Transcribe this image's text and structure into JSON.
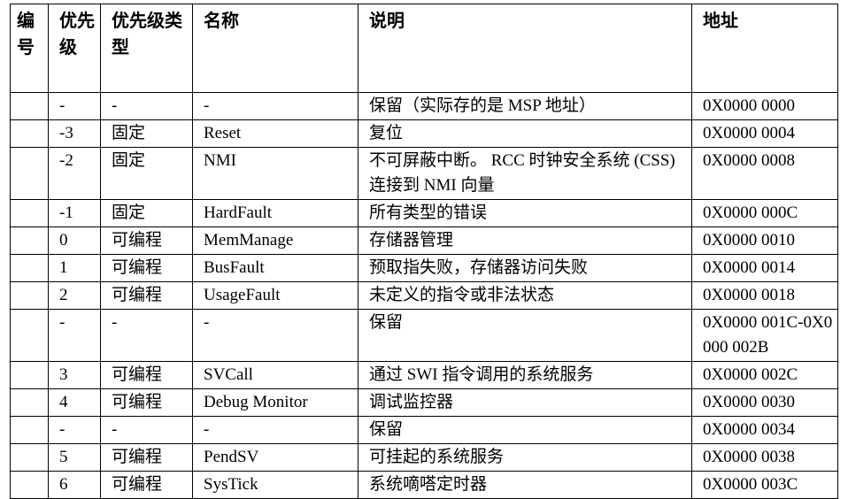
{
  "table": {
    "headers": {
      "id": "编号",
      "priority": "优先级",
      "priority_type": "优先级类型",
      "name": "名称",
      "description": "说明",
      "address": "地址"
    },
    "rows": [
      {
        "id": "",
        "priority": "-",
        "priority_type": "-",
        "name": "-",
        "description": "保留（实际存的是 MSP 地址）",
        "address": "0X0000 0000"
      },
      {
        "id": "",
        "priority": "-3",
        "priority_type": "固定",
        "name": "Reset",
        "description": "复位",
        "address": "0X0000 0004"
      },
      {
        "id": "",
        "priority": "-2",
        "priority_type": "固定",
        "name": "NMI",
        "description": "不可屏蔽中断。 RCC 时钟安全系统 (CSS) 连接到 NMI 向量",
        "address": "0X0000 0008"
      },
      {
        "id": "",
        "priority": "-1",
        "priority_type": "固定",
        "name": "HardFault",
        "description": "所有类型的错误",
        "address": "0X0000 000C"
      },
      {
        "id": "",
        "priority": "0",
        "priority_type": "可编程",
        "name": "MemManage",
        "description": "存储器管理",
        "address": "0X0000 0010"
      },
      {
        "id": "",
        "priority": "1",
        "priority_type": "可编程",
        "name": "BusFault",
        "description": "预取指失败，存储器访问失败",
        "address": "0X0000 0014"
      },
      {
        "id": "",
        "priority": "2",
        "priority_type": "可编程",
        "name": "UsageFault",
        "description": "未定义的指令或非法状态",
        "address": "0X0000 0018"
      },
      {
        "id": "",
        "priority": "-",
        "priority_type": "-",
        "name": "-",
        "description": "保留",
        "address": "0X0000 001C-0X0000 002B"
      },
      {
        "id": "",
        "priority": "3",
        "priority_type": "可编程",
        "name": "SVCall",
        "description": "通过 SWI 指令调用的系统服务",
        "address": "0X0000 002C"
      },
      {
        "id": "",
        "priority": "4",
        "priority_type": "可编程",
        "name": "Debug Monitor",
        "description": "调试监控器",
        "address": "0X0000 0030"
      },
      {
        "id": "",
        "priority": "-",
        "priority_type": "-",
        "name": "-",
        "description": "保留",
        "address": "0X0000 0034"
      },
      {
        "id": "",
        "priority": "5",
        "priority_type": "可编程",
        "name": "PendSV",
        "description": "可挂起的系统服务",
        "address": "0X0000 0038"
      },
      {
        "id": "",
        "priority": "6",
        "priority_type": "可编程",
        "name": "SysTick",
        "description": "系统嘀嗒定时器",
        "address": "0X0000 003C"
      }
    ]
  }
}
